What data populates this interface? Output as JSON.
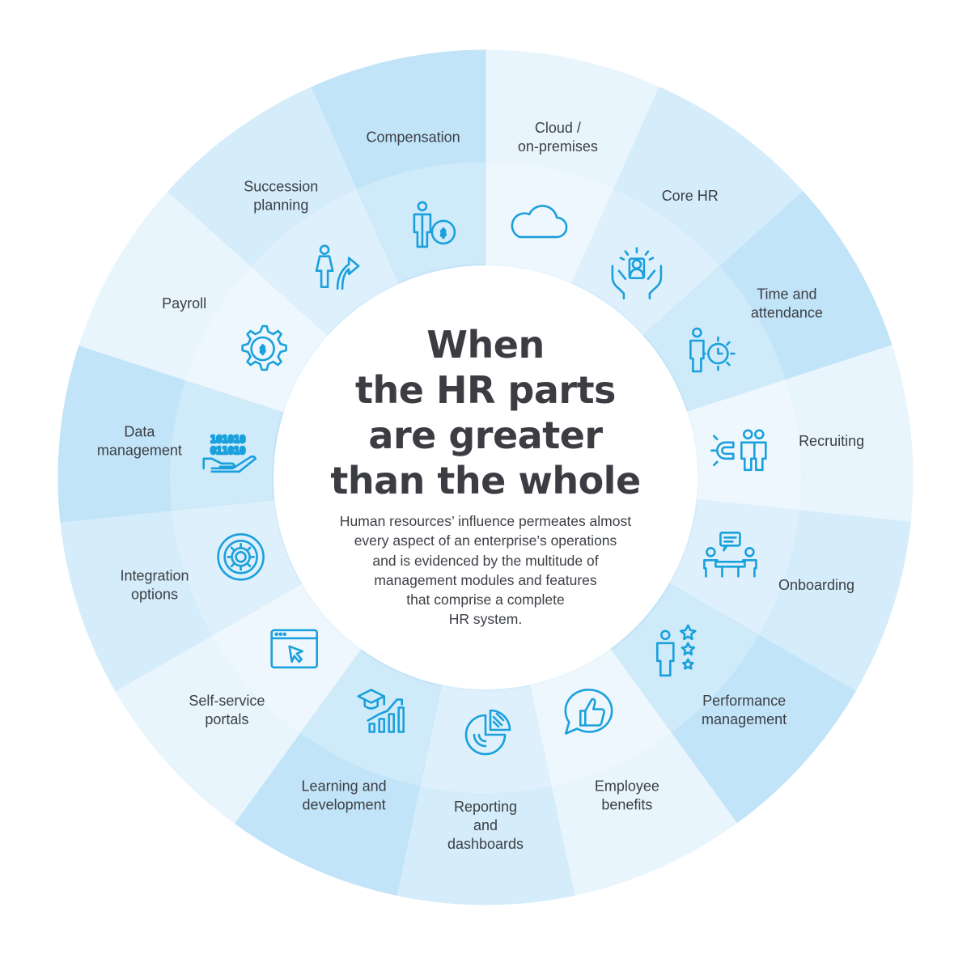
{
  "title_lines": [
    "When",
    "the HR parts",
    "are greater",
    "than the whole"
  ],
  "body_lines": [
    "Human resources’ influence permeates almost",
    "every aspect of an enterprise’s operations",
    "and is evidenced by the multitude of",
    "management modules and features",
    "that comprise a complete",
    "HR system."
  ],
  "colors": {
    "light": "#e9f5fd",
    "medium": "#d5ecfa",
    "dark": "#c2e4f8",
    "icon": "#1aa0dc",
    "text": "#3b3f45"
  },
  "segments": [
    {
      "label_lines": [
        "Cloud /",
        "on-premises"
      ],
      "icon": "cloud-icon",
      "shade": "light"
    },
    {
      "label_lines": [
        "Core HR"
      ],
      "icon": "hands-person-icon",
      "shade": "medium"
    },
    {
      "label_lines": [
        "Time and",
        "attendance"
      ],
      "icon": "person-clock-gear-icon",
      "shade": "dark"
    },
    {
      "label_lines": [
        "Recruiting"
      ],
      "icon": "magnet-people-icon",
      "shade": "light"
    },
    {
      "label_lines": [
        "Onboarding"
      ],
      "icon": "meeting-chat-icon",
      "shade": "medium"
    },
    {
      "label_lines": [
        "Performance",
        "management"
      ],
      "icon": "person-stars-icon",
      "shade": "dark"
    },
    {
      "label_lines": [
        "Employee",
        "benefits"
      ],
      "icon": "thumbs-up-bubble-icon",
      "shade": "light"
    },
    {
      "label_lines": [
        "Reporting",
        "and",
        "dashboards"
      ],
      "icon": "pie-chart-icon",
      "shade": "medium"
    },
    {
      "label_lines": [
        "Learning and",
        "development"
      ],
      "icon": "graduation-bars-icon",
      "shade": "dark"
    },
    {
      "label_lines": [
        "Self-service",
        "portals"
      ],
      "icon": "browser-cursor-icon",
      "shade": "light"
    },
    {
      "label_lines": [
        "Integration",
        "options"
      ],
      "icon": "gear-circle-icon",
      "shade": "medium"
    },
    {
      "label_lines": [
        "Data",
        "management"
      ],
      "icon": "binary-hand-icon",
      "shade": "dark"
    },
    {
      "label_lines": [
        "Payroll"
      ],
      "icon": "gear-dollar-icon",
      "shade": "light"
    },
    {
      "label_lines": [
        "Succession",
        "planning"
      ],
      "icon": "person-arrow-up-icon",
      "shade": "medium"
    },
    {
      "label_lines": [
        "Compensation"
      ],
      "icon": "person-dollar-icon",
      "shade": "dark"
    }
  ]
}
